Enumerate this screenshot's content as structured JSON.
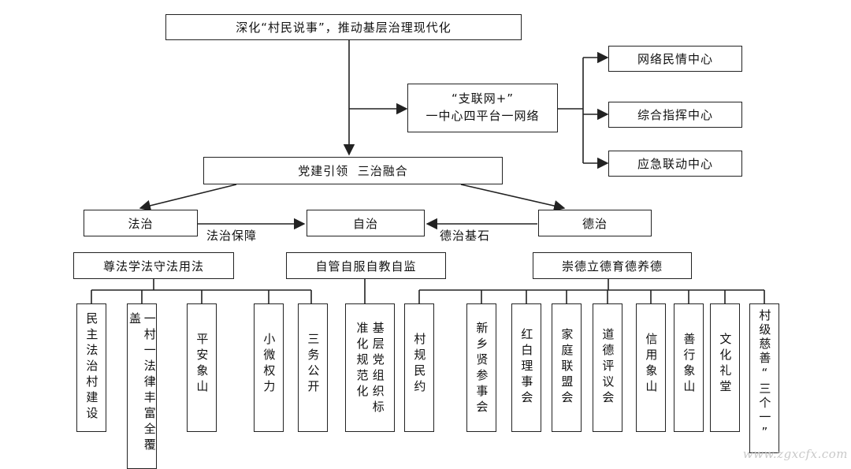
{
  "title": "深化“村民说事”，推动基层治理现代化",
  "network_box": {
    "line1": "“支联网+”",
    "line2": "一中心四平台一网络"
  },
  "centers": [
    "网络民情中心",
    "综合指挥中心",
    "应急联动中心"
  ],
  "core": "党建引领  三治融合",
  "governance": {
    "fazhi": "法治",
    "zizhi": "自治",
    "dezhi": "德治",
    "fazhi_link": "法治保障",
    "dezhi_link": "德治基石"
  },
  "groups": {
    "law": "尊法学法守法用法",
    "self": "自管自服自教自监",
    "virtue": "崇德立德育德养德"
  },
  "leaves": [
    "民主法治村建设",
    "一村一法律丰富全覆盖",
    "平安象山",
    "小微权力",
    "三务公开",
    "基层党组织标准化规范化",
    "村规民约",
    "新乡贤参事会",
    "红白理事会",
    "家庭联盟会",
    "道德评议会",
    "信用象山",
    "善行象山",
    "文化礼堂",
    "村级慈善“三个一”"
  ],
  "watermark": "www.zgxcfx.com"
}
